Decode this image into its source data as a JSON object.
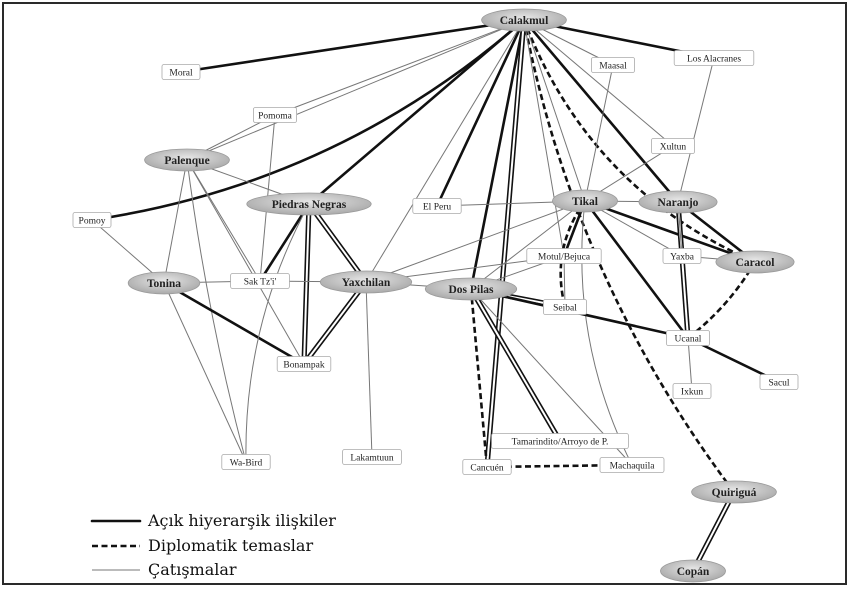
{
  "legend": {
    "hierarchy": "Açık hiyerarşik ilişkiler",
    "diplomatic": "Diplomatik temaslar",
    "conflict": "Çatışmalar"
  },
  "nodes": [
    {
      "id": "calakmul",
      "label": "Calakmul",
      "kind": "major"
    },
    {
      "id": "moral",
      "label": "Moral",
      "kind": "minor"
    },
    {
      "id": "los-alacranes",
      "label": "Los Alacranes",
      "kind": "minor"
    },
    {
      "id": "maasal",
      "label": "Maasal",
      "kind": "minor"
    },
    {
      "id": "pomoma",
      "label": "Pomoma",
      "kind": "minor"
    },
    {
      "id": "palenque",
      "label": "Palenque",
      "kind": "major"
    },
    {
      "id": "xultun",
      "label": "Xultun",
      "kind": "minor"
    },
    {
      "id": "pomoy",
      "label": "Pomoy",
      "kind": "minor"
    },
    {
      "id": "piedras-negras",
      "label": "Piedras Negras",
      "kind": "major"
    },
    {
      "id": "el-peru",
      "label": "El Peru",
      "kind": "minor"
    },
    {
      "id": "tikal",
      "label": "Tikal",
      "kind": "major"
    },
    {
      "id": "naranjo",
      "label": "Naranjo",
      "kind": "major"
    },
    {
      "id": "motul",
      "label": "Motul/Bejuca",
      "kind": "minor"
    },
    {
      "id": "yaxba",
      "label": "Yaxba",
      "kind": "minor"
    },
    {
      "id": "caracol",
      "label": "Caracol",
      "kind": "major"
    },
    {
      "id": "tonina",
      "label": "Tonina",
      "kind": "major"
    },
    {
      "id": "sak-tzi",
      "label": "Sak Tz'i'",
      "kind": "minor"
    },
    {
      "id": "yaxchilan",
      "label": "Yaxchilan",
      "kind": "major"
    },
    {
      "id": "dos-pilas",
      "label": "Dos Pilas",
      "kind": "major"
    },
    {
      "id": "seibal",
      "label": "Seibal",
      "kind": "minor"
    },
    {
      "id": "ucanal",
      "label": "Ucanal",
      "kind": "minor"
    },
    {
      "id": "bonampak",
      "label": "Bonampak",
      "kind": "minor"
    },
    {
      "id": "ixkun",
      "label": "Ixkun",
      "kind": "minor"
    },
    {
      "id": "sacul",
      "label": "Sacul",
      "kind": "minor"
    },
    {
      "id": "tamarindito",
      "label": "Tamarindito/Arroyo de P.",
      "kind": "minor"
    },
    {
      "id": "wa-bird",
      "label": "Wa-Bird",
      "kind": "minor"
    },
    {
      "id": "lakamtuun",
      "label": "Lakamtuun",
      "kind": "minor"
    },
    {
      "id": "cancuen",
      "label": "Cancuén",
      "kind": "minor"
    },
    {
      "id": "machaquila",
      "label": "Machaquila",
      "kind": "minor"
    },
    {
      "id": "quirigua",
      "label": "Quiriguá",
      "kind": "major"
    },
    {
      "id": "copan",
      "label": "Copán",
      "kind": "major"
    }
  ],
  "edges": [
    {
      "from": "calakmul",
      "to": "moral",
      "type": "hierarchy"
    },
    {
      "from": "calakmul",
      "to": "los-alacranes",
      "type": "hierarchy"
    },
    {
      "from": "calakmul",
      "to": "piedras-negras",
      "type": "hierarchy"
    },
    {
      "from": "calakmul",
      "to": "el-peru",
      "type": "hierarchy"
    },
    {
      "from": "calakmul",
      "to": "naranjo",
      "type": "hierarchy"
    },
    {
      "from": "calakmul",
      "to": "dos-pilas",
      "type": "hierarchy"
    },
    {
      "from": "calakmul",
      "to": "cancuen",
      "type": "hierarchy-double"
    },
    {
      "from": "calakmul",
      "to": "pomoy",
      "type": "hierarchy"
    },
    {
      "from": "calakmul",
      "to": "caracol",
      "type": "diplomatic"
    },
    {
      "from": "calakmul",
      "to": "quirigua",
      "type": "diplomatic"
    },
    {
      "from": "calakmul",
      "to": "palenque",
      "type": "conflict"
    },
    {
      "from": "calakmul",
      "to": "pomoma",
      "type": "conflict"
    },
    {
      "from": "calakmul",
      "to": "maasal",
      "type": "conflict"
    },
    {
      "from": "calakmul",
      "to": "tikal",
      "type": "conflict"
    },
    {
      "from": "calakmul",
      "to": "yaxchilan",
      "type": "conflict"
    },
    {
      "from": "calakmul",
      "to": "motul",
      "type": "conflict"
    },
    {
      "from": "calakmul",
      "to": "xultun",
      "type": "conflict"
    },
    {
      "from": "palenque",
      "to": "pomoma",
      "type": "conflict"
    },
    {
      "from": "palenque",
      "to": "piedras-negras",
      "type": "conflict"
    },
    {
      "from": "palenque",
      "to": "tonina",
      "type": "conflict"
    },
    {
      "from": "palenque",
      "to": "sak-tzi",
      "type": "conflict"
    },
    {
      "from": "palenque",
      "to": "bonampak",
      "type": "conflict"
    },
    {
      "from": "palenque",
      "to": "wa-bird",
      "type": "conflict"
    },
    {
      "from": "pomoy",
      "to": "tonina",
      "type": "conflict"
    },
    {
      "from": "pomoma",
      "to": "sak-tzi",
      "type": "conflict"
    },
    {
      "from": "tonina",
      "to": "wa-bird",
      "type": "conflict"
    },
    {
      "from": "tonina",
      "to": "sak-tzi",
      "type": "conflict"
    },
    {
      "from": "tonina",
      "to": "bonampak",
      "type": "hierarchy"
    },
    {
      "from": "piedras-negras",
      "to": "sak-tzi",
      "type": "hierarchy"
    },
    {
      "from": "piedras-negras",
      "to": "bonampak",
      "type": "hierarchy-double"
    },
    {
      "from": "piedras-negras",
      "to": "yaxchilan",
      "type": "hierarchy-double"
    },
    {
      "from": "piedras-negras",
      "to": "wa-bird",
      "type": "conflict"
    },
    {
      "from": "yaxchilan",
      "to": "bonampak",
      "type": "hierarchy-double"
    },
    {
      "from": "yaxchilan",
      "to": "lakamtuun",
      "type": "conflict"
    },
    {
      "from": "yaxchilan",
      "to": "tikal",
      "type": "conflict"
    },
    {
      "from": "yaxchilan",
      "to": "dos-pilas",
      "type": "conflict"
    },
    {
      "from": "yaxchilan",
      "to": "motul",
      "type": "conflict"
    },
    {
      "from": "sak-tzi",
      "to": "yaxchilan",
      "type": "conflict"
    },
    {
      "from": "el-peru",
      "to": "tikal",
      "type": "conflict"
    },
    {
      "from": "maasal",
      "to": "tikal",
      "type": "conflict"
    },
    {
      "from": "tikal",
      "to": "dos-pilas",
      "type": "conflict"
    },
    {
      "from": "tikal",
      "to": "motul",
      "type": "hierarchy"
    },
    {
      "from": "tikal",
      "to": "naranjo",
      "type": "conflict"
    },
    {
      "from": "tikal",
      "to": "caracol",
      "type": "hierarchy"
    },
    {
      "from": "tikal",
      "to": "ucanal",
      "type": "hierarchy"
    },
    {
      "from": "tikal",
      "to": "yaxba",
      "type": "conflict"
    },
    {
      "from": "tikal",
      "to": "seibal",
      "type": "diplomatic"
    },
    {
      "from": "tikal",
      "to": "machaquila",
      "type": "conflict"
    },
    {
      "from": "los-alacranes",
      "to": "naranjo",
      "type": "conflict"
    },
    {
      "from": "xultun",
      "to": "tikal",
      "type": "conflict"
    },
    {
      "from": "naranjo",
      "to": "caracol",
      "type": "hierarchy"
    },
    {
      "from": "naranjo",
      "to": "ucanal",
      "type": "hierarchy-double"
    },
    {
      "from": "naranjo",
      "to": "yaxba",
      "type": "conflict"
    },
    {
      "from": "caracol",
      "to": "ucanal",
      "type": "diplomatic"
    },
    {
      "from": "caracol",
      "to": "yaxba",
      "type": "conflict"
    },
    {
      "from": "dos-pilas",
      "to": "seibal",
      "type": "hierarchy-double"
    },
    {
      "from": "dos-pilas",
      "to": "motul",
      "type": "conflict"
    },
    {
      "from": "dos-pilas",
      "to": "tamarindito",
      "type": "hierarchy-double"
    },
    {
      "from": "dos-pilas",
      "to": "cancuen",
      "type": "diplomatic"
    },
    {
      "from": "dos-pilas",
      "to": "machaquila",
      "type": "conflict"
    },
    {
      "from": "dos-pilas",
      "to": "ucanal",
      "type": "hierarchy"
    },
    {
      "from": "motul",
      "to": "seibal",
      "type": "conflict"
    },
    {
      "from": "ucanal",
      "to": "sacul",
      "type": "hierarchy"
    },
    {
      "from": "ucanal",
      "to": "ixkun",
      "type": "conflict"
    },
    {
      "from": "cancuen",
      "to": "machaquila",
      "type": "diplomatic"
    },
    {
      "from": "quirigua",
      "to": "copan",
      "type": "hierarchy-double"
    }
  ]
}
